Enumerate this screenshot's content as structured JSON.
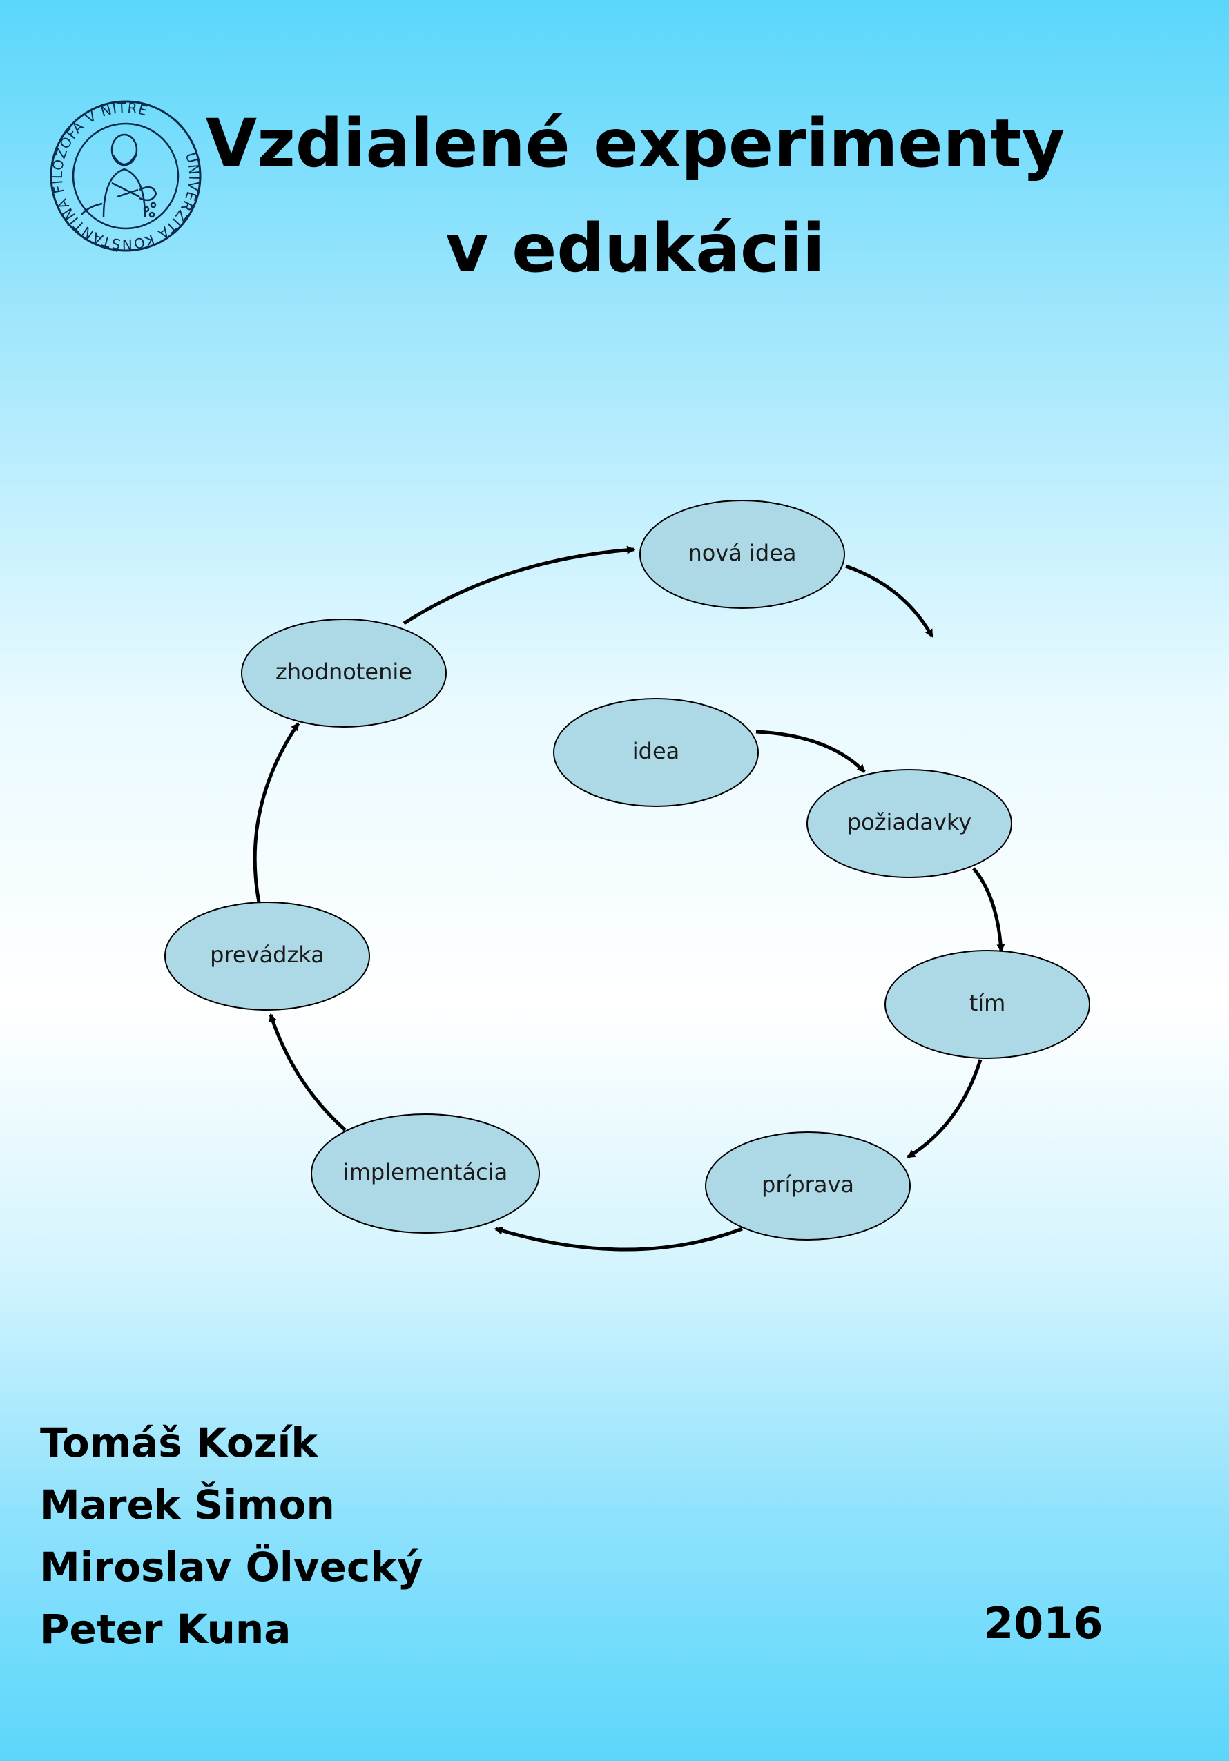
{
  "logo": {
    "ring_text": "UNIVERZITA KONŠTANTÍNA FILOZOFA V NITRE"
  },
  "title": {
    "line1": "Vzdialené experimenty",
    "line2": "v edukácii"
  },
  "diagram": {
    "nodes": [
      {
        "id": "nova-idea",
        "label": "nová idea"
      },
      {
        "id": "zhodnotenie",
        "label": "zhodnotenie"
      },
      {
        "id": "idea",
        "label": "idea"
      },
      {
        "id": "poziadavky",
        "label": "požiadavky"
      },
      {
        "id": "prevadzka",
        "label": "prevádzka"
      },
      {
        "id": "tim",
        "label": "tím"
      },
      {
        "id": "implementacia",
        "label": "implementácia"
      },
      {
        "id": "priprava",
        "label": "príprava"
      }
    ],
    "edges": [
      {
        "from": "idea",
        "to": "poziadavky"
      },
      {
        "from": "poziadavky",
        "to": "tim"
      },
      {
        "from": "tim",
        "to": "priprava"
      },
      {
        "from": "priprava",
        "to": "implementacia"
      },
      {
        "from": "implementacia",
        "to": "prevadzka"
      },
      {
        "from": "prevadzka",
        "to": "zhodnotenie"
      },
      {
        "from": "zhodnotenie",
        "to": "nova-idea"
      },
      {
        "from": "nova-idea",
        "to": ""
      }
    ],
    "colors": {
      "node_fill": "#add8e6",
      "node_stroke": "#000000",
      "edge": "#000000"
    }
  },
  "authors": [
    "Tomáš Kozík",
    "Marek Šimon",
    "Miroslav Ölvecký",
    "Peter Kuna"
  ],
  "year": "2016",
  "colors": {
    "background_edge": "#5ad6fb",
    "background_center": "#ffffff"
  }
}
